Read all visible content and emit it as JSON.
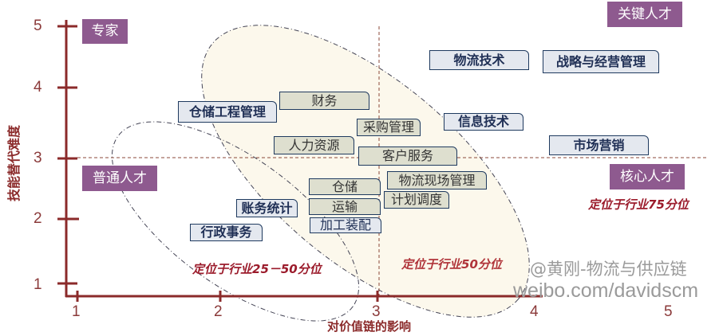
{
  "axes": {
    "x_label": "对价值链的影响",
    "y_label": "技能替代难度",
    "x_ticks": [
      "1",
      "2",
      "3",
      "4",
      "5"
    ],
    "y_ticks": [
      "5",
      "4",
      "3",
      "2",
      "1"
    ]
  },
  "quadrants": {
    "top_left": "专家",
    "bottom_left": "普通人才",
    "top_right": "关键人才",
    "bottom_right": "核心人才"
  },
  "roles": {
    "warehouse_eng": "仓储工程管理",
    "finance": "财务",
    "hr": "人力资源",
    "procurement": "采购管理",
    "customer_service": "客户服务",
    "site_mgmt": "物流现场管理",
    "warehousing": "仓储",
    "transport": "运输",
    "scheduling": "计划调度",
    "assembly": "加工装配",
    "accounting": "账务统计",
    "admin": "行政事务",
    "logistics_tech": "物流技术",
    "strategy": "战略与经营管理",
    "it": "信息技术",
    "marketing": "市场营销"
  },
  "notes": {
    "p25_50": "定位于行业25－50分位",
    "p50": "定位于行业50分位",
    "p75": "定位于行业75分位"
  },
  "watermark": {
    "line1": "@黄刚-物流与供应链",
    "line2": "weibo.com/davidscm"
  },
  "colors": {
    "axis": "#8b2a2a",
    "quadrant": "#8e5a8f",
    "note": "#9b1b2b"
  }
}
